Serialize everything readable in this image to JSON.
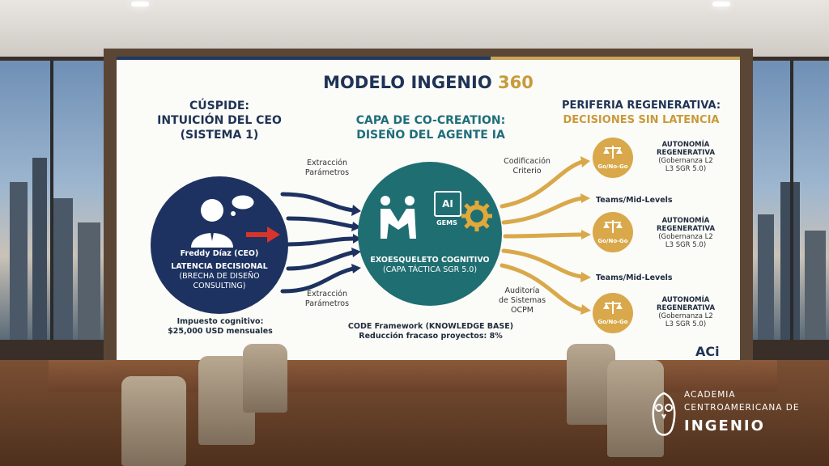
{
  "slide": {
    "title_main": "MODELO INGENIO",
    "title_num": "360",
    "left": {
      "head_1": "CÚSPIDE:",
      "head_2": "INTUICIÓN DEL CEO",
      "head_3": "(SISTEMA 1)",
      "person_name": "Freddy Díaz (CEO)",
      "circle_1": "LATENCIA DECISIONAL",
      "circle_2": "(BRECHA DE DISEÑO",
      "circle_3": "CONSULTING)",
      "cost_1": "Impuesto cognitivo:",
      "cost_2": "$25,000 USD mensuales"
    },
    "flow_top_1": "Extracción",
    "flow_top_2": "Parámetros",
    "flow_bottom_1": "Extracción",
    "flow_bottom_2": "Parámetros",
    "center": {
      "head_1": "CAPA DE CO-CREATION:",
      "head_2": "DISEÑO DEL AGENTE IA",
      "ai_badge": "AI",
      "gems": "GEMS",
      "circle_1": "EXOESQUELETO COGNITIVO",
      "circle_2": "(CAPA TÁCTICA SGR 5.0)",
      "foot_1": "CODE Framework (KNOWLEDGE BASE)",
      "foot_2": "Reducción fracaso proyectos: 8%"
    },
    "flow_right_top_1": "Codificación",
    "flow_right_top_2": "Criterio",
    "flow_right_bottom_1": "Auditoría",
    "flow_right_bottom_2": "de Sistemas",
    "flow_right_bottom_3": "OCPM",
    "right": {
      "head_1": "PERIFERIA REGENERATIVA:",
      "head_2": "DECISIONES SIN LATENCIA",
      "gonogo": "Go/No-Go",
      "auto_1": "AUTONOMÍA",
      "auto_2": "REGENERATIVA",
      "auto_3": "(Gobernanza L2",
      "auto_4": "L3 SGR 5.0)",
      "teams": "Teams/Mid-Levels"
    },
    "logo": "ACi"
  },
  "brand": {
    "line_1": "ACADEMIA",
    "line_2": "CENTROAMERICANA DE",
    "line_3": "INGENIO"
  },
  "colors": {
    "navy": "#1d3260",
    "teal": "#1f6e72",
    "gold": "#d9a84a"
  }
}
